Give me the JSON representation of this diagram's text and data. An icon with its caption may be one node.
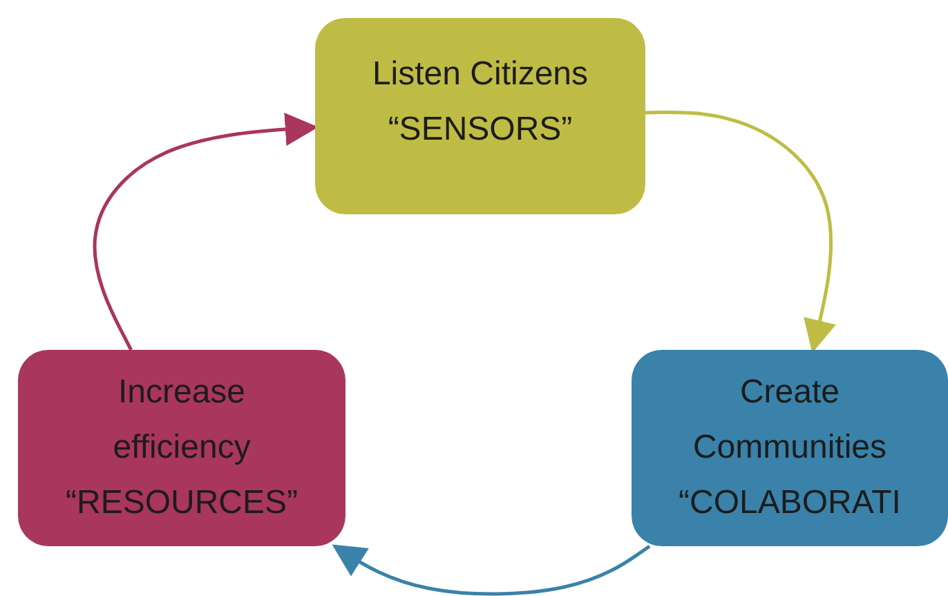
{
  "diagram": {
    "nodes": [
      {
        "text": [
          "Listen Citizens “SENSORS”"
        ]
      },
      {
        "text": [
          "Create Communities “COLABORATI"
        ]
      },
      {
        "text": [
          "Increase efficiency “RESOURCES”"
        ]
      }
    ],
    "edges": [
      {
        "from": 0,
        "to": 1,
        "arrow": "to",
        "color": "#bfbc45"
      },
      {
        "from": 1,
        "to": 2,
        "arrow": "to",
        "color": "#3a82a9"
      },
      {
        "from": 2,
        "to": 0,
        "arrow": "to",
        "color": "#a9365c"
      }
    ]
  }
}
